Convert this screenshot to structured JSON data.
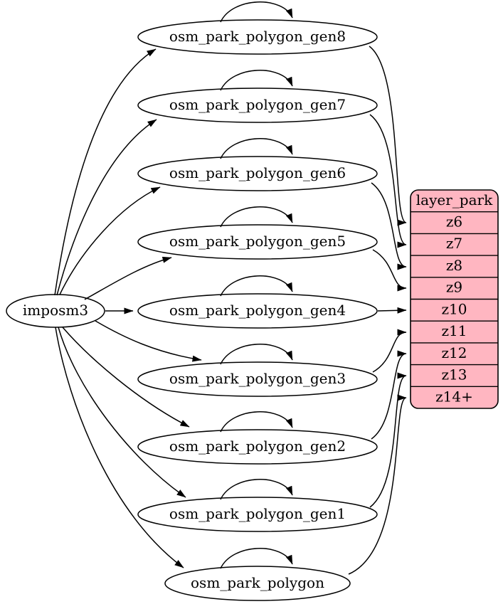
{
  "diagram": {
    "colors": {
      "background": "#ffffff",
      "node_fill": "#ffffff",
      "node_stroke": "#000000",
      "edge": "#000000",
      "layer_table_fill": "#ffb6c1",
      "text": "#000000"
    },
    "source_node": {
      "label": "imposm3"
    },
    "table_nodes": [
      {
        "label": "osm_park_polygon_gen8",
        "from": "imposm3",
        "self_loop": true,
        "to_layer_row": "z6"
      },
      {
        "label": "osm_park_polygon_gen7",
        "from": "imposm3",
        "self_loop": true,
        "to_layer_row": "z7"
      },
      {
        "label": "osm_park_polygon_gen6",
        "from": "imposm3",
        "self_loop": true,
        "to_layer_row": "z8"
      },
      {
        "label": "osm_park_polygon_gen5",
        "from": "imposm3",
        "self_loop": true,
        "to_layer_row": "z9"
      },
      {
        "label": "osm_park_polygon_gen4",
        "from": "imposm3",
        "self_loop": true,
        "to_layer_row": "z10"
      },
      {
        "label": "osm_park_polygon_gen3",
        "from": "imposm3",
        "self_loop": true,
        "to_layer_row": "z11"
      },
      {
        "label": "osm_park_polygon_gen2",
        "from": "imposm3",
        "self_loop": true,
        "to_layer_row": "z12"
      },
      {
        "label": "osm_park_polygon_gen1",
        "from": "imposm3",
        "self_loop": true,
        "to_layer_row": "z13"
      },
      {
        "label": "osm_park_polygon",
        "from": "imposm3",
        "self_loop": true,
        "to_layer_row": "z14+"
      }
    ],
    "layer_node": {
      "header": "layer_park",
      "rows": [
        "z6",
        "z7",
        "z8",
        "z9",
        "z10",
        "z11",
        "z12",
        "z13",
        "z14+"
      ]
    }
  }
}
